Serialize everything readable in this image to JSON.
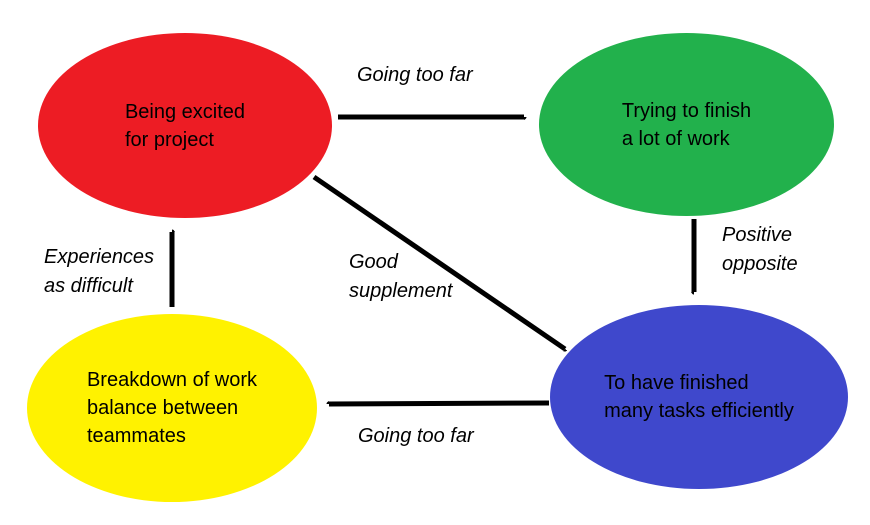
{
  "diagram": {
    "background_color": "#ffffff",
    "arrow_color": "#000000",
    "text_color": "#000000",
    "nodes": [
      {
        "id": "being-excited",
        "label": "Being excited\nfor project",
        "color": "#ed1c24"
      },
      {
        "id": "trying-to-finish",
        "label": "Trying to finish\na lot of work",
        "color": "#22b14c"
      },
      {
        "id": "breakdown-of-work",
        "label": "Breakdown of work\nbalance between\nteammates",
        "color": "#fff200"
      },
      {
        "id": "finished-many-tasks",
        "label": "To have finished\nmany tasks efficiently",
        "color": "#3f48cc"
      }
    ],
    "edges": [
      {
        "id": "excited-to-trying",
        "from": "being-excited",
        "to": "trying-to-finish",
        "label": "Going too far"
      },
      {
        "id": "trying-to-finished",
        "from": "trying-to-finish",
        "to": "finished-many-tasks",
        "label": "Positive\nopposite"
      },
      {
        "id": "excited-to-finished",
        "from": "being-excited",
        "to": "finished-many-tasks",
        "label": "Good\nsupplement"
      },
      {
        "id": "finished-to-breakdown",
        "from": "finished-many-tasks",
        "to": "breakdown-of-work",
        "label": "Going too far"
      },
      {
        "id": "breakdown-to-excited",
        "from": "breakdown-of-work",
        "to": "being-excited",
        "label": "Experiences\nas difficult"
      }
    ]
  }
}
